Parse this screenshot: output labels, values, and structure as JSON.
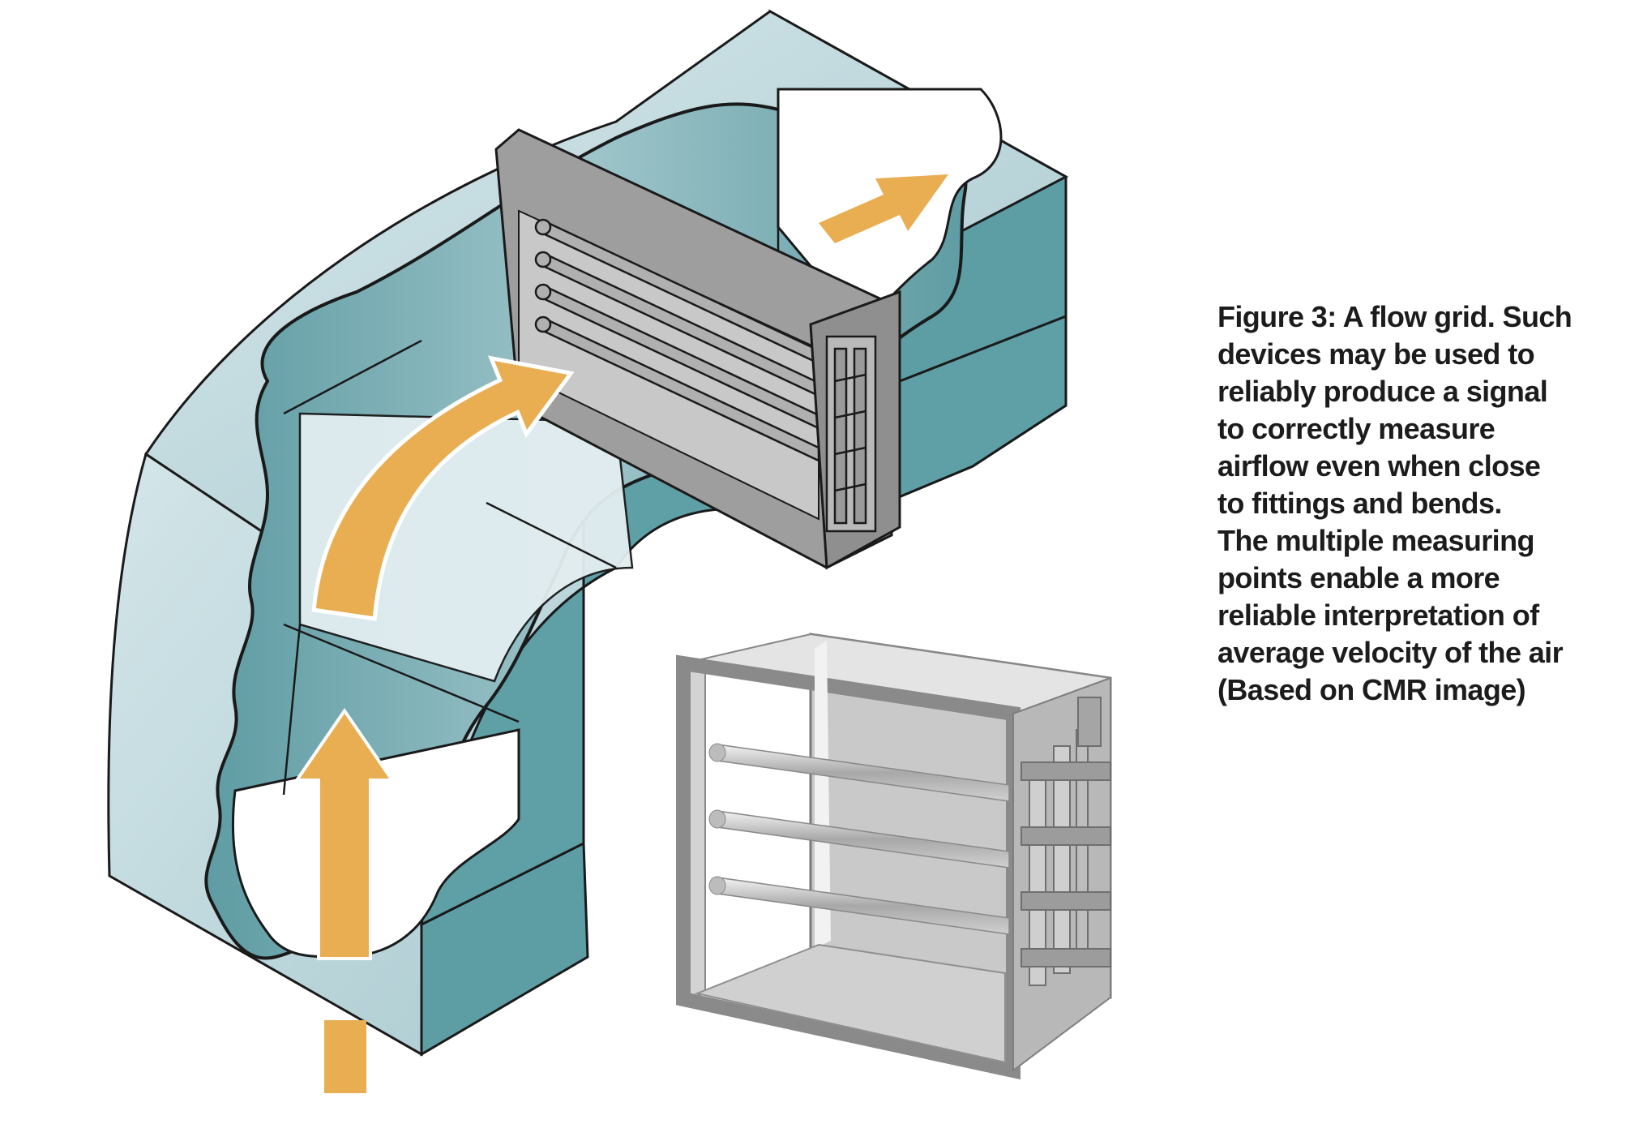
{
  "figure": {
    "caption_lines": [
      "Figure 3: A flow grid. Such",
      "devices may be used to",
      "reliably produce a signal",
      "to correctly measure",
      "airflow even when close",
      "to fittings and bends.",
      "The multiple measuring",
      "points enable a more",
      "reliable interpretation of",
      "average velocity of the air",
      "(Based on CMR image)"
    ]
  },
  "colors": {
    "duct_outer": "#c7dde2",
    "duct_side": "#5d9ea4",
    "duct_interior": "#7fb2b8",
    "duct_inner_light": "#e3eef1",
    "arrow": "#e9ae52",
    "grid_frame": "#a5a5a5",
    "outline": "#1a1a1a"
  },
  "icons": {
    "flow_arrows": "airflow-arrow-icon",
    "flow_grid": "flow-grid-illustration",
    "grid_photo": "flow-grid-device-illustration"
  }
}
